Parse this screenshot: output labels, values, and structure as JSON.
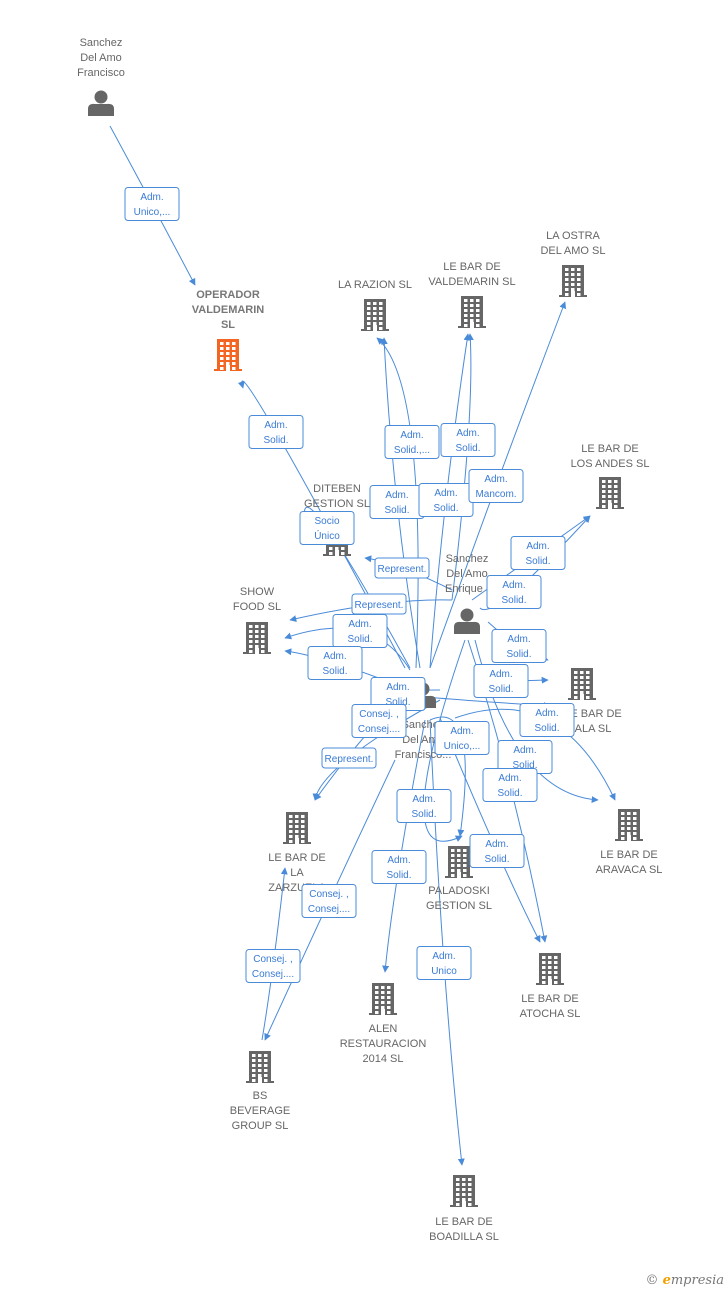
{
  "colors": {
    "edge": "#4a8bd9",
    "person_icon": "#666666",
    "company_icon": "#666666",
    "focus_company_icon": "#f26522",
    "label_text": "#666666"
  },
  "nodes": [
    {
      "id": "p_francisco_top",
      "type": "person",
      "lines": [
        "Sanchez",
        "Del Amo",
        "Francisco"
      ]
    },
    {
      "id": "c_operador",
      "type": "company",
      "focus": true,
      "lines": [
        "OPERADOR",
        "VALDEMARIN",
        "SL"
      ]
    },
    {
      "id": "c_razion",
      "type": "company",
      "lines": [
        "LA RAZION  SL"
      ]
    },
    {
      "id": "c_valdemarin",
      "type": "company",
      "lines": [
        "LE BAR DE",
        "VALDEMARIN SL"
      ]
    },
    {
      "id": "c_ostra",
      "type": "company",
      "lines": [
        "LA OSTRA",
        "DEL AMO SL"
      ]
    },
    {
      "id": "c_andes",
      "type": "company",
      "lines": [
        "LE BAR DE",
        "LOS ANDES  SL"
      ]
    },
    {
      "id": "c_diteben",
      "type": "company",
      "lines": [
        "DITEBEN",
        "GESTION  SL"
      ]
    },
    {
      "id": "p_enrique",
      "type": "person",
      "lines": [
        "Sanchez",
        "Del Amo",
        "Enrique ,"
      ]
    },
    {
      "id": "c_showfood",
      "type": "company",
      "lines": [
        "SHOW",
        "FOOD  SL"
      ]
    },
    {
      "id": "p_francisco_center",
      "type": "person",
      "lines": [
        "Sanchez",
        "Del Amo",
        "Francisco..."
      ]
    },
    {
      "id": "c_ala",
      "type": "company",
      "lines": [
        "LE BAR DE",
        "ALA  SL"
      ]
    },
    {
      "id": "c_aravaca",
      "type": "company",
      "lines": [
        "LE BAR DE",
        "ARAVACA  SL"
      ]
    },
    {
      "id": "c_zarzuela",
      "type": "company",
      "lines": [
        "LE BAR DE",
        "LA",
        "ZARZUELA"
      ]
    },
    {
      "id": "c_paladoski",
      "type": "company",
      "lines": [
        "PALADOSKI",
        "GESTION  SL"
      ]
    },
    {
      "id": "c_atocha",
      "type": "company",
      "lines": [
        "LE BAR DE",
        "ATOCHA  SL"
      ]
    },
    {
      "id": "c_alen",
      "type": "company",
      "lines": [
        "ALEN",
        "RESTAURACION",
        "2014  SL"
      ]
    },
    {
      "id": "c_bs",
      "type": "company",
      "lines": [
        "BS",
        "BEVERAGE",
        "GROUP  SL"
      ]
    },
    {
      "id": "c_boadilla",
      "type": "company",
      "lines": [
        "LE BAR DE",
        "BOADILLA  SL"
      ]
    }
  ],
  "edge_labels": [
    [
      "Adm.",
      "Unico,..."
    ],
    [
      "Adm.",
      "Solid."
    ],
    [
      "Adm.",
      "Solid.,..."
    ],
    [
      "Adm.",
      "Solid."
    ],
    [
      "Adm.",
      "Solid."
    ],
    [
      "Adm.",
      "Solid."
    ],
    [
      "Adm.",
      "Mancom."
    ],
    [
      "Socio",
      "Único"
    ],
    [
      "Represent."
    ],
    [
      "Adm.",
      "Solid."
    ],
    [
      "Represent."
    ],
    [
      "Adm.",
      "Solid."
    ],
    [
      "Adm.",
      "Solid."
    ],
    [
      "Adm.",
      "Solid."
    ],
    [
      "Adm.",
      "Solid."
    ],
    [
      "Adm.",
      "Solid."
    ],
    [
      "Adm.",
      "Solid."
    ],
    [
      "Consej. ,",
      "Consej...."
    ],
    [
      "Adm.",
      "Solid."
    ],
    [
      "Adm.",
      "Unico,..."
    ],
    [
      "Represent."
    ],
    [
      "Adm.",
      "Solid."
    ],
    [
      "Adm.",
      "Solid."
    ],
    [
      "Adm.",
      "Solid."
    ],
    [
      "Adm.",
      "Solid."
    ],
    [
      "Adm.",
      "Solid."
    ],
    [
      "Consej. ,",
      "Consej...."
    ],
    [
      "Consej. ,",
      "Consej...."
    ],
    [
      "Adm.",
      "Unico"
    ]
  ],
  "footer": {
    "copyright_symbol": "©",
    "brand_initial": "e",
    "brand_rest": "mpresia"
  }
}
